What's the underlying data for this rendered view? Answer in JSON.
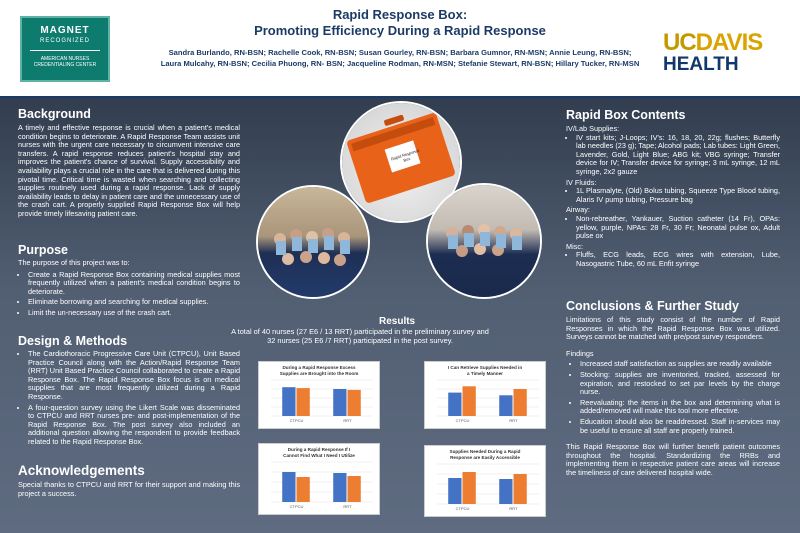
{
  "header": {
    "title_line1": "Rapid Response Box:",
    "title_line2": "Promoting Efficiency During a Rapid Response",
    "authors_line1": "Sandra Burlando, RN-BSN; Rachelle Cook, RN-BSN; Susan Gourley, RN-BSN; Barbara Gumnor, RN-MSN; Annie Leung, RN-BSN;",
    "authors_line2": "Laura Mulcahy, RN-BSN; Cecilia Phuong, RN- BSN; Jacqueline Rodman, RN-MSN; Stefanie Stewart, RN-BSN; Hillary Tucker, RN-MSN"
  },
  "logos": {
    "magnet_top": "MAGNET",
    "magnet_sub": "RECOGNIZED",
    "magnet_org": "AMERICAN NURSES CREDENTIALING CENTER",
    "ucd_a": "UC",
    "ucd_b": "DAVIS",
    "ucd_c": "HEALTH"
  },
  "background": {
    "heading": "Background",
    "text": "A timely and effective response is crucial when a patient's medical condition begins to deteriorate. A Rapid Response Team assists unit nurses with the urgent care necessary to circumvent intensive care transfers. A rapid response reduces patient's hospital stay and improves the patient's chance of survival. Supply accessibility and availability plays a crucial role in the care that is delivered during this pivotal time. Critical time is wasted when searching and collecting supplies routinely used during a rapid response. Lack of supply availability leads to delay in patient care and the unnecessary use of the crash cart. A properly supplied Rapid Response Box will help provide timely lifesaving patient care."
  },
  "purpose": {
    "heading": "Purpose",
    "intro": "The purpose of this project was to:",
    "items": [
      "Create a Rapid Response Box containing medical supplies most frequently utilized when a patient's medical condition begins to deteriorate.",
      "Eliminate borrowing and searching for medical supplies.",
      "Limit the un-necessary use of the crash cart."
    ]
  },
  "design": {
    "heading": "Design & Methods",
    "items": [
      "The Cardiothoracic Progressive Care Unit (CTPCU), Unit Based Practice Council along with the Action/Rapid Response Team (RRT) Unit Based Practice Council collaborated to create a Rapid Response Box. The Rapid Response Box focus is on medical supplies that are most frequently utilized during a Rapid Response.",
      "A four-question survey using the Likert Scale was disseminated to CTPCU and RRT nurses pre- and post-implementation of the Rapid Response Box. The post survey also included an additional question allowing the respondent to provide feedback related to the Rapid Response Box."
    ]
  },
  "ack": {
    "heading": "Acknowledgements",
    "text": "Special thanks to CTPCU and RRT for their support and making this project a success."
  },
  "results": {
    "heading": "Results",
    "text": "A total of 40 nurses (27 E6 / 13 RRT) participated in the preliminary survey and 32 nurses (25 E6 /7 RRT) participated in the post survey."
  },
  "contents": {
    "heading": "Rapid Box Contents",
    "groups": [
      {
        "label": "IV/Lab Supplies:",
        "items": [
          "IV start kits; J-Loops; IV's: 16, 18, 20, 22g; flushes; Butterfly lab needles (23 g); Tape; Alcohol pads; Lab tubes: Light Green, Lavender, Gold, Light Blue; ABG kit; VBG syringe; Transfer device for IV; Transfer device for syringe; 3 mL syringe, 12 mL syringe, 2x2 gauze"
        ]
      },
      {
        "label": "IV Fluids:",
        "items": [
          "1L Plasmalyte, (Old) Bolus tubing, Squeeze Type Blood tubing, Alaris IV pump tubing, Pressure bag"
        ]
      },
      {
        "label": "Airway:",
        "items": [
          "Non-rebreather, Yankauer, Suction catheter (14 Fr), OPAs: yellow, purple, NPAs: 28 Fr, 30 Fr; Neonatal pulse ox, Adult pulse ox"
        ]
      },
      {
        "label": "Misc:",
        "items": [
          "Fluffs, ECG leads, ECG wires with extension, Lube, Nasogastric Tube, 60 mL Enfit syringe"
        ]
      }
    ]
  },
  "conclusions": {
    "heading": "Conclusions & Further Study",
    "limitations": "Limitations of this study consist of the number of Rapid Responses in which the Rapid Response Box was utilized. Surveys cannot be matched with pre/post survey responders.",
    "findings_label": "Findings",
    "findings": [
      "Increased staff satisfaction as supplies are readily available",
      "Stocking: supplies are inventoried, tracked, assessed for expiration, and restocked to set par levels by the charge nurse.",
      "Reevaluating: the items in the box and determining what is added/removed will make this tool more effective.",
      "Education should also be readdressed. Staff in-services may be useful to ensure all staff are properly trained."
    ],
    "closing": "This Rapid Response Box will further benefit patient outcomes throughout the hospital. Standardizing the RRBs and implementing them in respective patient care areas will increase the timeliness of care delivered hospital wide."
  },
  "photo": {
    "box_label": "Rapid Response Box"
  },
  "colors": {
    "navy": "#1b3b66",
    "gold": "#c29a00",
    "blue_bar": "#4472c4",
    "orange_bar": "#ed7d31"
  },
  "chart_data": [
    {
      "type": "bar",
      "title": "During a Rapid Response Excess Supplies are Brought into the Room",
      "categories": [
        "CTPCU",
        "RRT"
      ],
      "series": [
        {
          "values": [
            3.2,
            3.0
          ]
        },
        {
          "values": [
            3.1,
            2.9
          ]
        }
      ]
    },
    {
      "type": "bar",
      "title": "I Can Retrieve Supplies Needed in a Timely Manner",
      "categories": [
        "CTPCU",
        "RRT"
      ],
      "series": [
        {
          "values": [
            2.6,
            2.3
          ]
        },
        {
          "values": [
            3.3,
            3.0
          ]
        }
      ]
    },
    {
      "type": "bar",
      "title": "During a Rapid Response If I Cannot Find What I Need I Utilize the Crash Cart",
      "categories": [
        "CTPCU",
        "RRT"
      ],
      "series": [
        {
          "values": [
            3.0,
            2.9
          ]
        },
        {
          "values": [
            2.5,
            2.6
          ]
        }
      ]
    },
    {
      "type": "bar",
      "title": "Supplies Needed During a Rapid Response are Easily Accessible",
      "categories": [
        "CTPCU",
        "RRT"
      ],
      "series": [
        {
          "values": [
            2.6,
            2.5
          ]
        },
        {
          "values": [
            3.2,
            3.0
          ]
        }
      ]
    }
  ]
}
